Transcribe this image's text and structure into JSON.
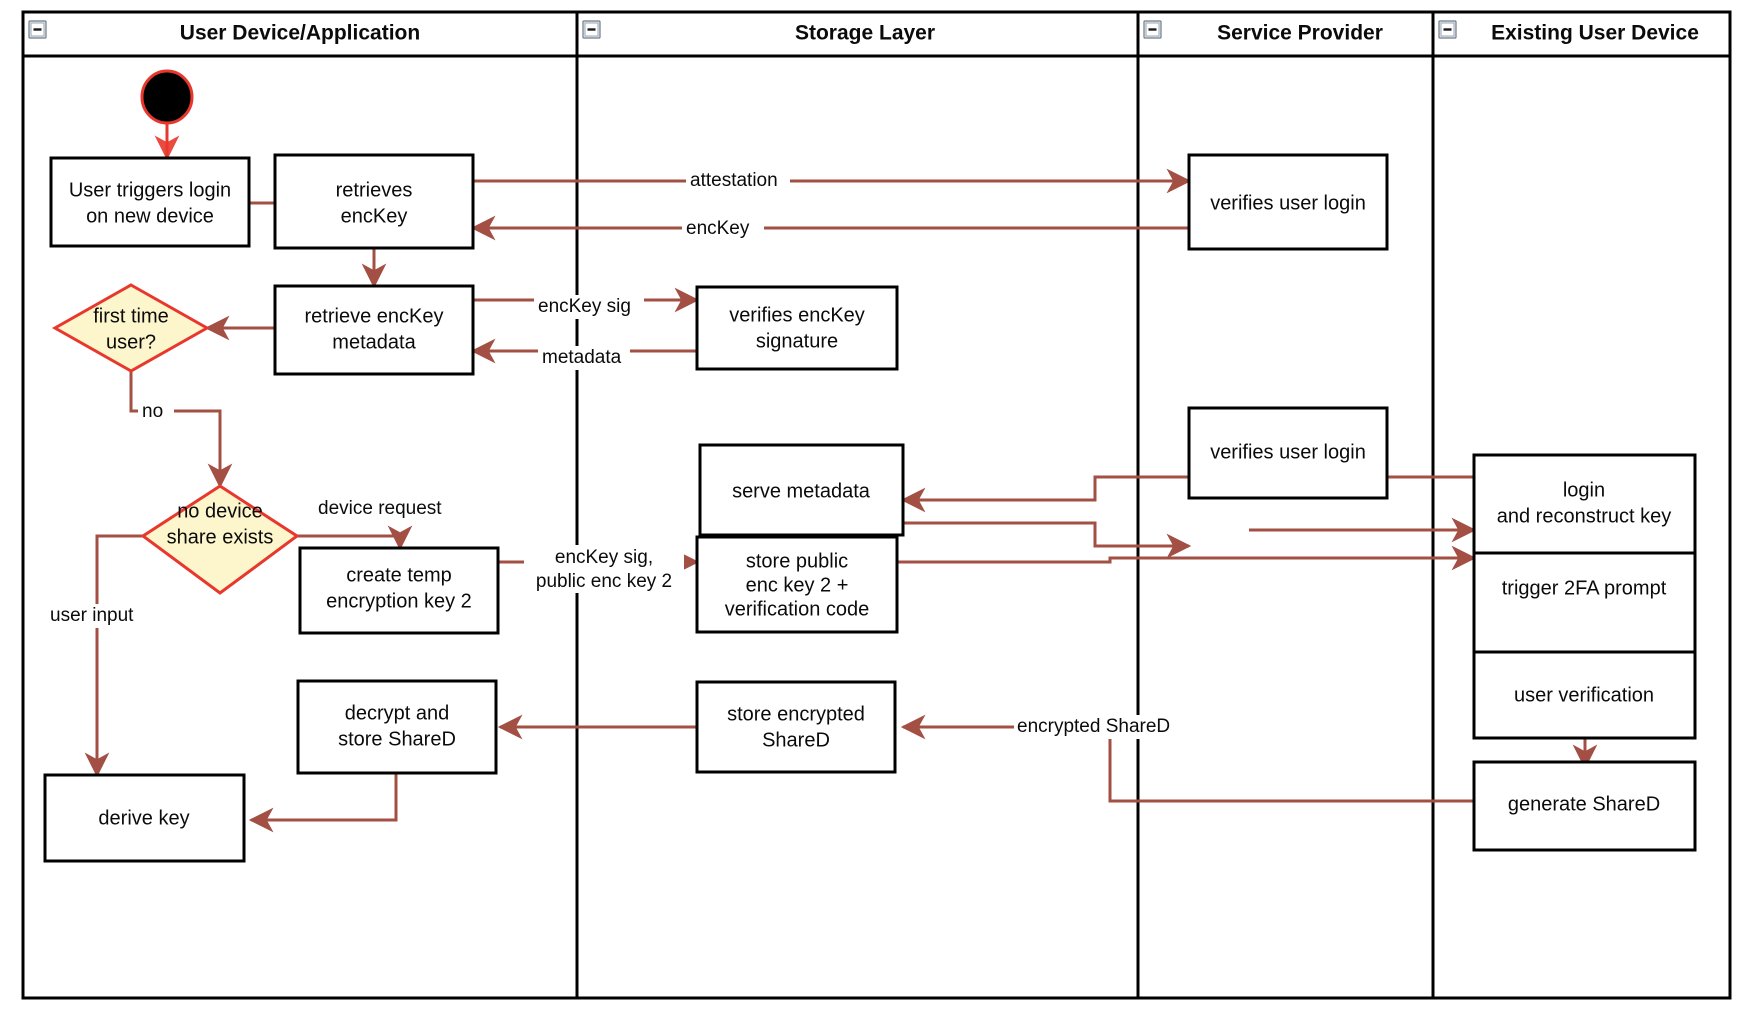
{
  "diagram": {
    "title": "Key recovery login activity diagram",
    "type": "uml-activity-swimlane",
    "colors": {
      "lane_border": "#000000",
      "node_border": "#000000",
      "node_fill": "#ffffff",
      "decision_fill": "#fdf6cc",
      "decision_border": "#e8372c",
      "flow_arrow": "#a34f44",
      "start_node_ring": "#e8372c",
      "start_node_fill": "#000000",
      "text": "#0b0b0b"
    },
    "lanes": [
      {
        "id": "lane-user-device",
        "label": "User Device/Application",
        "collapse_icon": "collapse-minus-icon"
      },
      {
        "id": "lane-storage",
        "label": "Storage Layer",
        "collapse_icon": "collapse-minus-icon"
      },
      {
        "id": "lane-service-provider",
        "label": "Service Provider",
        "collapse_icon": "collapse-minus-icon"
      },
      {
        "id": "lane-existing-device",
        "label": "Existing User Device",
        "collapse_icon": "collapse-minus-icon"
      }
    ],
    "nodes": [
      {
        "id": "start",
        "type": "start",
        "lane": "lane-user-device",
        "label": ""
      },
      {
        "id": "n-user-triggers-login",
        "type": "action",
        "lane": "lane-user-device",
        "label": "User triggers login\non new device",
        "lines": [
          "User triggers login",
          "on new device"
        ]
      },
      {
        "id": "n-retrieves-enckey",
        "type": "action",
        "lane": "lane-user-device",
        "label": "retrieves\nencKey",
        "lines": [
          "retrieves",
          "encKey"
        ]
      },
      {
        "id": "n-retrieve-enckey-metadata",
        "type": "action",
        "lane": "lane-user-device",
        "label": "retrieve encKey\nmetadata",
        "lines": [
          "retrieve encKey",
          "metadata"
        ]
      },
      {
        "id": "n-first-time-user",
        "type": "decision",
        "lane": "lane-user-device",
        "label": "first time\nuser?",
        "lines": [
          "first time",
          "user?"
        ]
      },
      {
        "id": "n-no-device-share-exists",
        "type": "decision",
        "lane": "lane-user-device",
        "label": "no device\nshare exists",
        "lines": [
          "no device",
          "share exists"
        ]
      },
      {
        "id": "n-create-temp-key",
        "type": "action",
        "lane": "lane-user-device",
        "label": "create temp\nencryption key 2",
        "lines": [
          "create temp",
          "encryption key 2"
        ]
      },
      {
        "id": "n-decrypt-store-shared",
        "type": "action",
        "lane": "lane-user-device",
        "label": "decrypt and\nstore ShareD",
        "lines": [
          "decrypt and",
          "store ShareD"
        ]
      },
      {
        "id": "n-derive-key",
        "type": "action",
        "lane": "lane-user-device",
        "label": "derive key",
        "lines": [
          "derive key"
        ]
      },
      {
        "id": "n-verifies-enckey-signature",
        "type": "action",
        "lane": "lane-storage",
        "label": "verifies encKey\nsignature",
        "lines": [
          "verifies encKey",
          "signature"
        ]
      },
      {
        "id": "n-serve-metadata",
        "type": "action",
        "lane": "lane-storage",
        "label": "serve metadata",
        "lines": [
          "serve metadata"
        ]
      },
      {
        "id": "n-store-public-enc-key",
        "type": "action",
        "lane": "lane-storage",
        "label": "store public\nenc key 2 +\nverification code",
        "lines": [
          "store public",
          "enc key 2 +",
          "verification code"
        ]
      },
      {
        "id": "n-store-encrypted-shared",
        "type": "action",
        "lane": "lane-storage",
        "label": "store encrypted\nShareD",
        "lines": [
          "store encrypted",
          "ShareD"
        ]
      },
      {
        "id": "n-verifies-user-login-1",
        "type": "action",
        "lane": "lane-service-provider",
        "label": "verifies user login",
        "lines": [
          "verifies user login"
        ]
      },
      {
        "id": "n-verifies-user-login-2",
        "type": "action",
        "lane": "lane-service-provider",
        "label": "verifies user login",
        "lines": [
          "verifies user login"
        ]
      },
      {
        "id": "n-login-reconstruct-key",
        "type": "action",
        "lane": "lane-existing-device",
        "label": "login\nand reconstruct key",
        "lines": [
          "login",
          "and reconstruct key"
        ]
      },
      {
        "id": "n-trigger-2fa-prompt",
        "type": "action",
        "lane": "lane-existing-device",
        "label": "trigger 2FA prompt",
        "lines": [
          "trigger 2FA prompt"
        ]
      },
      {
        "id": "n-user-verification",
        "type": "action",
        "lane": "lane-existing-device",
        "label": "user verification",
        "lines": [
          "user verification"
        ]
      },
      {
        "id": "n-generate-shared",
        "type": "action",
        "lane": "lane-existing-device",
        "label": "generate ShareD",
        "lines": [
          "generate ShareD"
        ]
      }
    ],
    "edge_labels": [
      {
        "id": "edge-attestation",
        "text": "attestation",
        "from": "n-retrieves-enckey",
        "to": "n-verifies-user-login-1"
      },
      {
        "id": "edge-enckey",
        "text": "encKey",
        "from": "n-verifies-user-login-1",
        "to": "n-retrieves-enckey"
      },
      {
        "id": "edge-enckey-sig",
        "text": "encKey sig",
        "from": "n-retrieve-enckey-metadata",
        "to": "n-verifies-enckey-signature"
      },
      {
        "id": "edge-metadata",
        "text": "metadata",
        "from": "n-verifies-enckey-signature",
        "to": "n-retrieve-enckey-metadata"
      },
      {
        "id": "edge-no",
        "text": "no",
        "from": "n-first-time-user",
        "to": "n-no-device-share-exists"
      },
      {
        "id": "edge-device-request",
        "text": "device request",
        "from": "n-no-device-share-exists",
        "to": "n-create-temp-key"
      },
      {
        "id": "edge-user-input",
        "text": "user input",
        "from": "n-no-device-share-exists",
        "to": "n-derive-key"
      },
      {
        "id": "edge-enckey-sig-public",
        "text": "encKey sig,\npublic enc key 2",
        "lines": [
          "encKey sig,",
          "public enc key 2"
        ],
        "from": "n-create-temp-key",
        "to": "n-store-public-enc-key"
      },
      {
        "id": "edge-encrypted-shared",
        "text": "encrypted ShareD",
        "from": "n-generate-shared",
        "to": "n-store-encrypted-shared"
      }
    ]
  }
}
